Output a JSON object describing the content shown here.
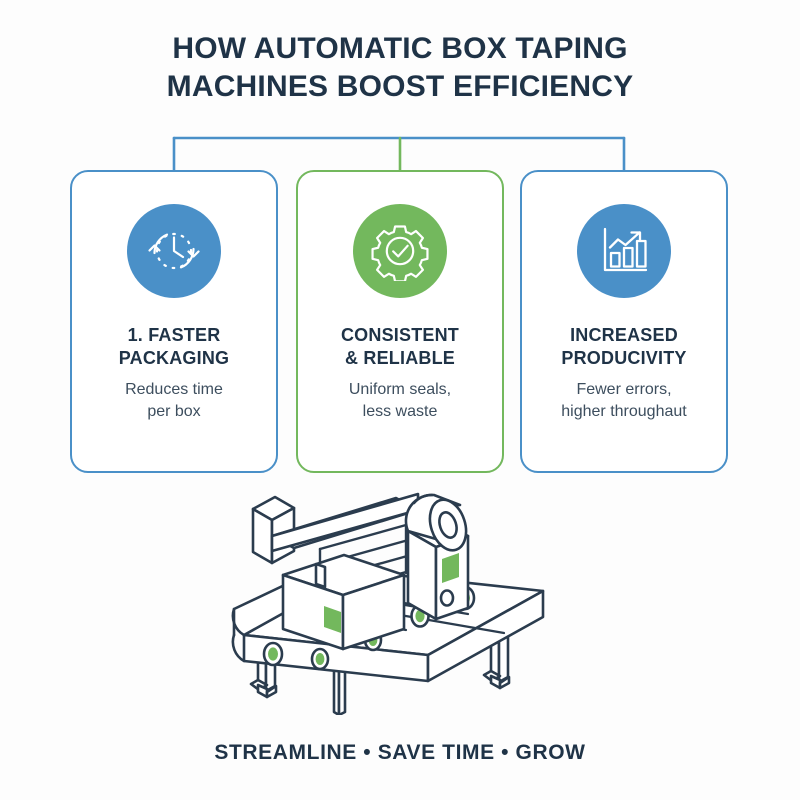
{
  "title": {
    "line1": "HOW AUTOMATIC BOX TAPING",
    "line2": "MACHINES BOOST EFFICIENCY"
  },
  "colors": {
    "blue": "#4a90c8",
    "green": "#73b85d",
    "navy": "#1f3347",
    "body_text": "#3d4e5e",
    "background": "#fdfdfd",
    "line_art": "#2b3c4e"
  },
  "cards": [
    {
      "icon": "clock-arrows-icon",
      "icon_color": "#4a90c8",
      "heading_line1": "1. FASTER",
      "heading_line2": "PACKAGING",
      "body_line1": "Reduces time",
      "body_line2": "per box"
    },
    {
      "icon": "gear-check-icon",
      "icon_color": "#73b85d",
      "heading_line1": "CONSISTENT",
      "heading_line2": "& RELIABLE",
      "body_line1": "Uniform seals,",
      "body_line2": "less waste"
    },
    {
      "icon": "bar-chart-growth-icon",
      "icon_color": "#4a90c8",
      "heading_line1": "INCREASED",
      "heading_line2": "PRODUCIVITY",
      "body_line1": "Fewer errors,",
      "body_line2": "higher throughaut"
    }
  ],
  "illustration": {
    "name": "box-taping-machine-illustration",
    "description": "Isometric line-art conveyor belt with carton, tape roll dispenser and green rollers"
  },
  "footer": {
    "text": "STREAMLINE • SAVE TIME • GROW"
  }
}
